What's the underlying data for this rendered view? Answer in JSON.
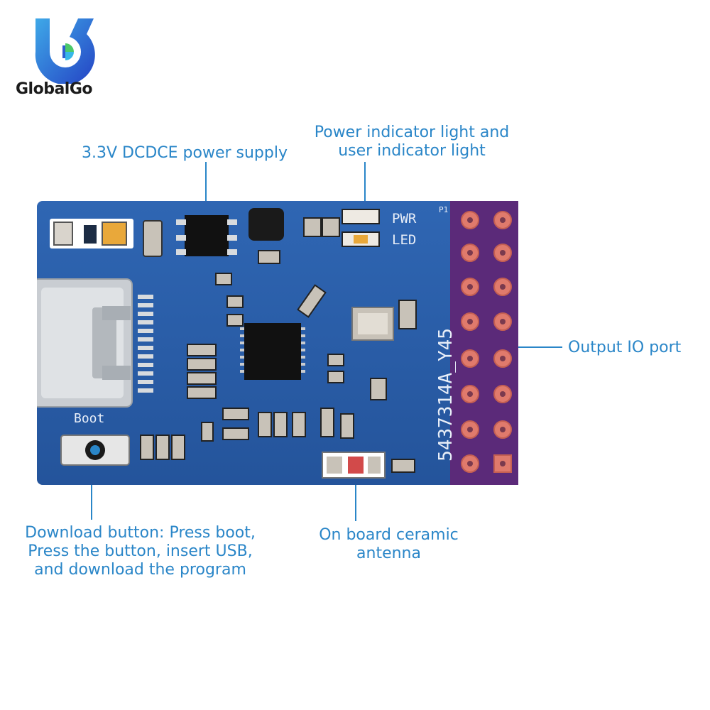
{
  "brand": {
    "name": "GlobalGo",
    "logo_colors": [
      "#2e5fd0",
      "#37b7e8",
      "#4cc96a"
    ]
  },
  "board": {
    "pcb_color": "#2b5ea8",
    "header_color": "#5a2a7a",
    "pad_color": "#e07a6c",
    "silkscreen": {
      "pwr": "PWR",
      "led": "LED",
      "boot": "Boot",
      "pin_header": "P1",
      "serial": "5437314A_Y45"
    },
    "header_pins": 16
  },
  "callouts": {
    "power_supply": "3.3V DCDCE power supply",
    "indicator_line1": "Power indicator light and",
    "indicator_line2": "user indicator light",
    "output_io": "Output IO port",
    "download_line1": "Download button: Press boot,",
    "download_line2": "Press the button, insert USB,",
    "download_line3": "and download the program",
    "antenna_line1": "On board ceramic",
    "antenna_line2": "antenna"
  }
}
